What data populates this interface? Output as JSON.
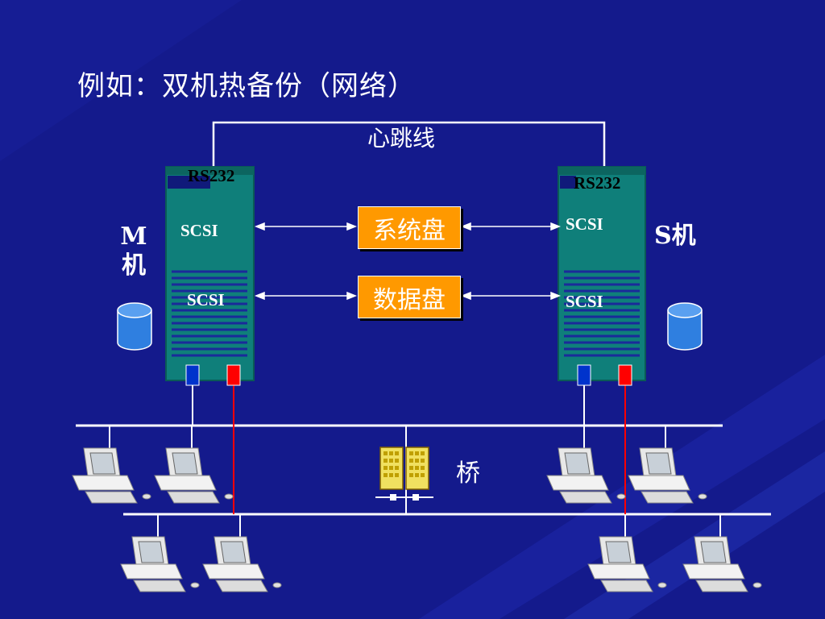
{
  "title": "例如：双机热备份（网络）",
  "heartbeat_label": "心跳线",
  "master": {
    "name": "M机",
    "rs232_label": "RS232",
    "scsi_top_label": "SCSI",
    "scsi_bottom_label": "SCSI"
  },
  "slave": {
    "name": "S机",
    "rs232_label": "RS232",
    "scsi_top_label": "SCSI",
    "scsi_bottom_label": "SCSI"
  },
  "disks": {
    "system": "系统盘",
    "data": "数据盘"
  },
  "bridge_label": "桥",
  "colors": {
    "background": "#141a8c",
    "server": "#0f7f7a",
    "disk_box": "#ff9900",
    "nic_blue": "#0033cc",
    "nic_red": "#ff0000",
    "cylinder": "#2f7fe0"
  }
}
